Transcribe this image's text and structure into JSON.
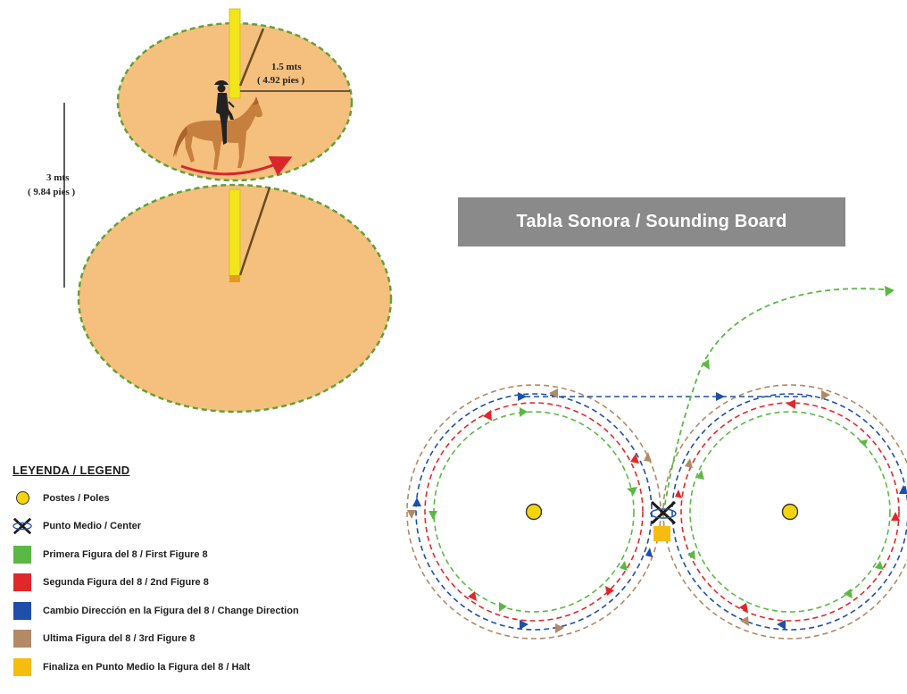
{
  "colors": {
    "arena_fill": "#f5c07d",
    "arena_edge": "#62a038",
    "pole": "#f2e51a",
    "green": "#5cb845",
    "red": "#e0282c",
    "blue": "#1f4fa8",
    "brown": "#b28a66",
    "halt": "#f6bd10"
  },
  "top_dimension": {
    "radius_value": "1.5 mts",
    "radius_feet": "( 4.92 pies )",
    "spacing_value": "3 mts",
    "spacing_feet": "( 9.84 pies )"
  },
  "title_banner": "Tabla Sonora / Sounding Board",
  "legend": {
    "title": "LEYENDA / LEGEND",
    "items": [
      {
        "icon": "pole-dot-icon",
        "label": "Postes / Poles"
      },
      {
        "icon": "center-x-icon",
        "label": "Punto Medio / Center"
      },
      {
        "icon": "green-square-icon",
        "color": "#5cb845",
        "label": "Primera Figura del 8 / First Figure 8"
      },
      {
        "icon": "red-square-icon",
        "color": "#e0282c",
        "label": "Segunda Figura del 8 / 2nd Figure 8"
      },
      {
        "icon": "blue-square-icon",
        "color": "#1f4fa8",
        "label": "Cambio Dirección en la Figura del 8 / Change Direction"
      },
      {
        "icon": "brown-square-icon",
        "color": "#b28a66",
        "label": "Ultima Figura del 8 / 3rd Figure 8"
      },
      {
        "icon": "yellow-square-icon",
        "color": "#f6bd10",
        "label": "Finaliza en Punto Medio la Figura del 8 / Halt"
      }
    ]
  }
}
